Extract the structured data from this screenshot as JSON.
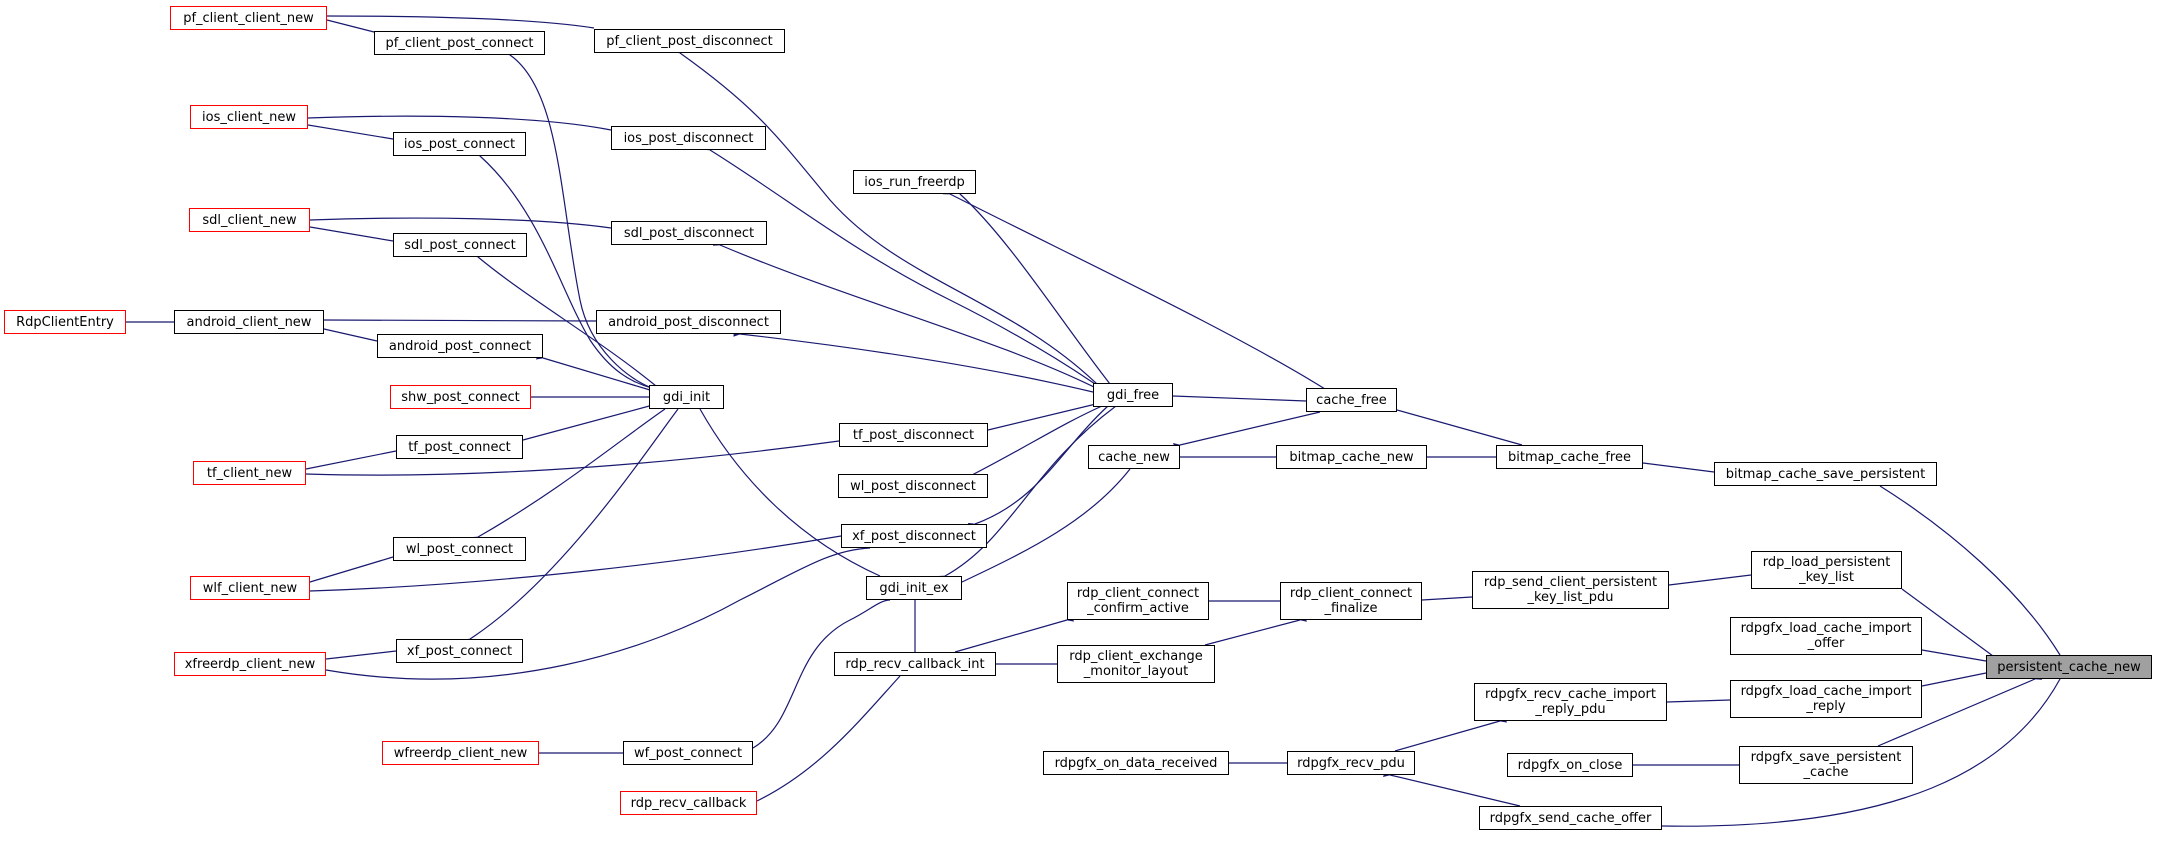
{
  "colors": {
    "edge": "#191970",
    "truncated_border": "#ff0000",
    "target_fill": "#a0a0a0"
  },
  "nodes": {
    "pf_client_client_new": "pf_client_client_new",
    "pf_client_post_connect": "pf_client_post_connect",
    "pf_client_post_disconnect": "pf_client_post_disconnect",
    "ios_client_new": "ios_client_new",
    "ios_post_connect": "ios_post_connect",
    "ios_post_disconnect": "ios_post_disconnect",
    "ios_run_freerdp": "ios_run_freerdp",
    "sdl_client_new": "sdl_client_new",
    "sdl_post_connect": "sdl_post_connect",
    "sdl_post_disconnect": "sdl_post_disconnect",
    "RdpClientEntry": "RdpClientEntry",
    "android_client_new": "android_client_new",
    "android_post_connect": "android_post_connect",
    "android_post_disconnect": "android_post_disconnect",
    "shw_post_connect": "shw_post_connect",
    "gdi_init": "gdi_init",
    "gdi_free": "gdi_free",
    "cache_free": "cache_free",
    "tf_client_new": "tf_client_new",
    "tf_post_connect": "tf_post_connect",
    "tf_post_disconnect": "tf_post_disconnect",
    "cache_new": "cache_new",
    "bitmap_cache_new": "bitmap_cache_new",
    "bitmap_cache_free": "bitmap_cache_free",
    "bitmap_cache_save_persistent": "bitmap_cache_save_persistent",
    "wl_post_disconnect": "wl_post_disconnect",
    "wl_post_connect": "wl_post_connect",
    "wlf_client_new": "wlf_client_new",
    "xf_post_disconnect": "xf_post_disconnect",
    "gdi_init_ex": "gdi_init_ex",
    "rdp_load_persistent_key_list": "rdp_load_persistent\n_key_list",
    "rdp_send_client_persistent_key_list_pdu": "rdp_send_client_persistent\n_key_list_pdu",
    "rdp_client_connect_finalize": "rdp_client_connect\n_finalize",
    "rdp_client_connect_confirm_active": "rdp_client_connect\n_confirm_active",
    "rdpgfx_load_cache_import_offer": "rdpgfx_load_cache_import\n_offer",
    "persistent_cache_new": "persistent_cache_new",
    "xfreerdp_client_new": "xfreerdp_client_new",
    "xf_post_connect": "xf_post_connect",
    "rdp_recv_callback_int": "rdp_recv_callback_int",
    "rdp_client_exchange_monitor_layout": "rdp_client_exchange\n_monitor_layout",
    "rdpgfx_recv_cache_import_reply_pdu": "rdpgfx_recv_cache_import\n_reply_pdu",
    "rdpgfx_load_cache_import_reply": "rdpgfx_load_cache_import\n_reply",
    "wfreerdp_client_new": "wfreerdp_client_new",
    "wf_post_connect": "wf_post_connect",
    "rdpgfx_on_data_received": "rdpgfx_on_data_received",
    "rdpgfx_recv_pdu": "rdpgfx_recv_pdu",
    "rdpgfx_on_close": "rdpgfx_on_close",
    "rdpgfx_save_persistent_cache": "rdpgfx_save_persistent\n_cache",
    "rdp_recv_callback": "rdp_recv_callback",
    "rdpgfx_send_cache_offer": "rdpgfx_send_cache_offer"
  }
}
